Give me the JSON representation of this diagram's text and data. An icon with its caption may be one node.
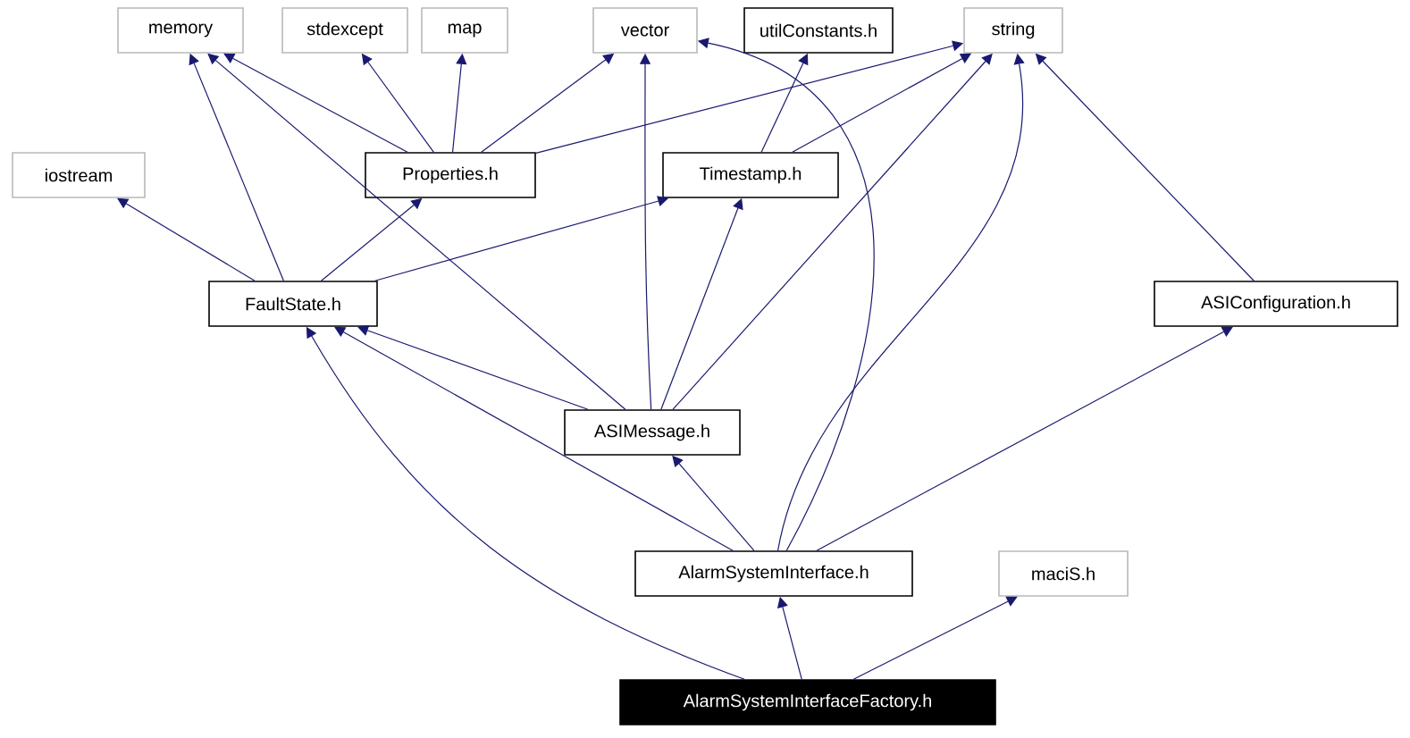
{
  "diagram": {
    "nodes": [
      {
        "text": [
          "memory"
        ]
      },
      {
        "text": [
          "stdexcept"
        ]
      },
      {
        "text": [
          "map"
        ]
      },
      {
        "text": [
          "vector"
        ]
      },
      {
        "text": [
          "utilConstants.h"
        ]
      },
      {
        "text": [
          "string"
        ]
      },
      {
        "text": [
          "iostream"
        ]
      },
      {
        "text": [
          "Properties.h"
        ]
      },
      {
        "text": [
          "Timestamp.h"
        ]
      },
      {
        "text": [
          "FaultState.h"
        ]
      },
      {
        "text": [
          "ASIConfiguration.h"
        ]
      },
      {
        "text": [
          "ASIMessage.h"
        ]
      },
      {
        "text": [
          "AlarmSystemInterface.h"
        ]
      },
      {
        "text": [
          "maciS.h"
        ]
      },
      {
        "text": [
          "AlarmSystemInterfaceFactory.h"
        ]
      }
    ],
    "edges": [
      {
        "from": 7,
        "to": 0,
        "arrow": "to"
      },
      {
        "from": 7,
        "to": 1,
        "arrow": "to"
      },
      {
        "from": 7,
        "to": 2,
        "arrow": "to"
      },
      {
        "from": 7,
        "to": 3,
        "arrow": "to"
      },
      {
        "from": 7,
        "to": 5,
        "arrow": "to"
      },
      {
        "from": 8,
        "to": 4,
        "arrow": "to"
      },
      {
        "from": 8,
        "to": 5,
        "arrow": "to"
      },
      {
        "from": 9,
        "to": 6,
        "arrow": "to"
      },
      {
        "from": 9,
        "to": 0,
        "arrow": "to"
      },
      {
        "from": 9,
        "to": 7,
        "arrow": "to"
      },
      {
        "from": 9,
        "to": 8,
        "arrow": "to"
      },
      {
        "from": 10,
        "to": 5,
        "arrow": "to"
      },
      {
        "from": 11,
        "to": 9,
        "arrow": "to"
      },
      {
        "from": 11,
        "to": 0,
        "arrow": "to"
      },
      {
        "from": 11,
        "to": 3,
        "arrow": "to"
      },
      {
        "from": 11,
        "to": 8,
        "arrow": "to"
      },
      {
        "from": 11,
        "to": 5,
        "arrow": "to"
      },
      {
        "from": 12,
        "to": 9,
        "arrow": "to"
      },
      {
        "from": 12,
        "to": 11,
        "arrow": "to"
      },
      {
        "from": 12,
        "to": 3,
        "arrow": "to"
      },
      {
        "from": 12,
        "to": 5,
        "arrow": "to"
      },
      {
        "from": 12,
        "to": 10,
        "arrow": "to"
      },
      {
        "from": 14,
        "to": 9,
        "arrow": "to"
      },
      {
        "from": 14,
        "to": 12,
        "arrow": "to"
      },
      {
        "from": 14,
        "to": 13,
        "arrow": "to"
      }
    ]
  }
}
